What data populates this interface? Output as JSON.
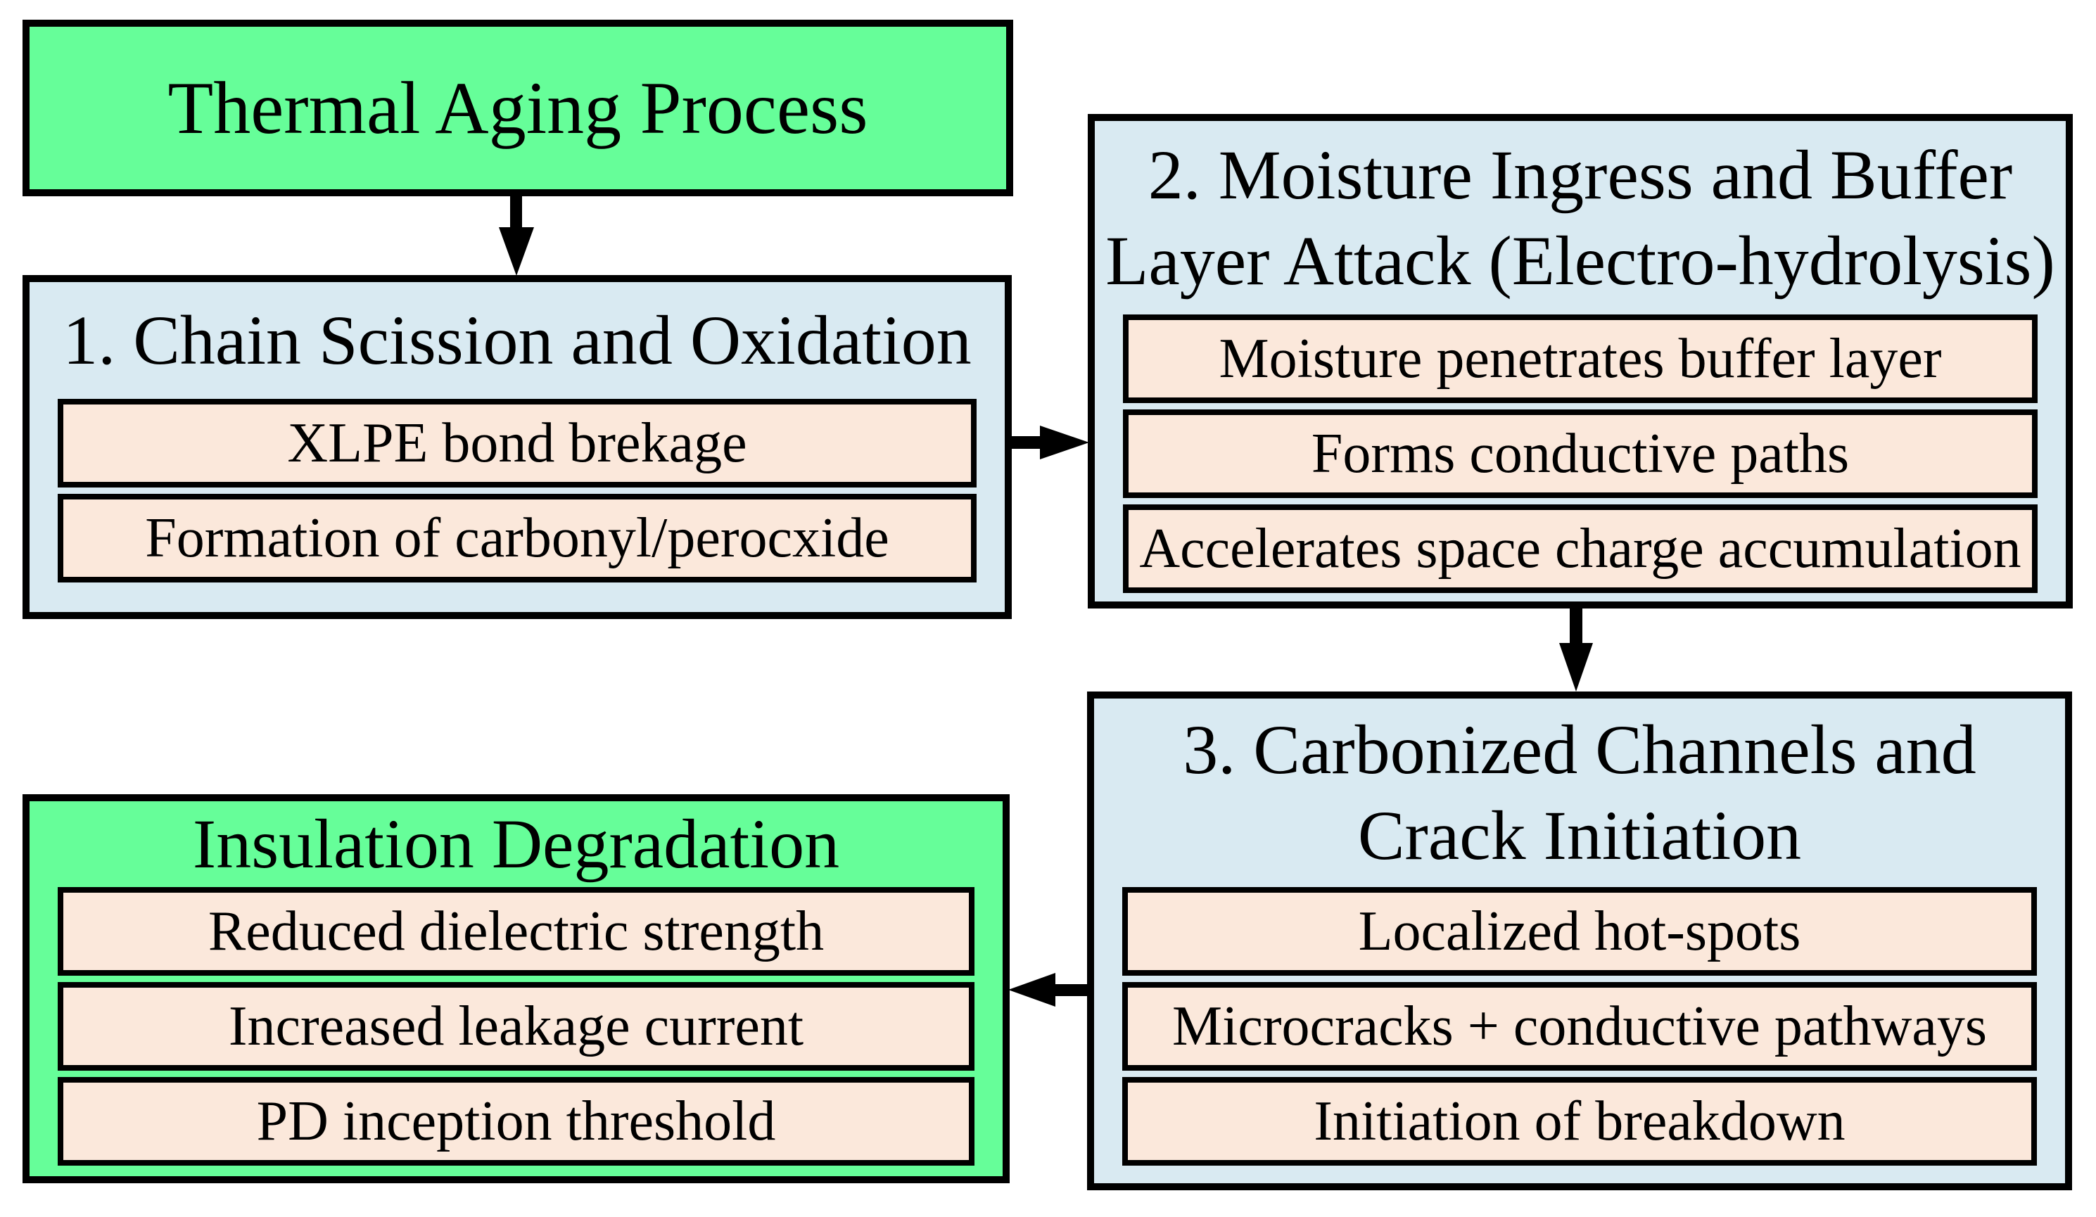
{
  "diagram": {
    "colors": {
      "stage_green": "#66FE99",
      "stage_blue": "#D9EAF2",
      "item_peach": "#FBE8DB",
      "border_black": "#000000",
      "background_white": "#FFFFFF"
    },
    "boxes": {
      "thermal": {
        "title": "Thermal Aging Process",
        "items": []
      },
      "chain": {
        "title": "1. Chain Scission and Oxidation",
        "items": [
          "XLPE bond brekage",
          "Formation of carbonyl/perocxide"
        ]
      },
      "moisture": {
        "title": "2. Moisture Ingress and Buffer Layer Attack (Electro-hydrolysis)",
        "title_lines": [
          "2. Moisture Ingress and Buffer",
          "Layer Attack (Electro-hydrolysis)"
        ],
        "items": [
          "Moisture penetrates buffer layer",
          "Forms conductive paths",
          "Accelerates space charge accumulation"
        ]
      },
      "carbon": {
        "title": "3. Carbonized Channels and Crack Initiation",
        "title_lines": [
          "3. Carbonized Channels and",
          "Crack Initiation"
        ],
        "items": [
          "Localized hot-spots",
          "Microcracks + conductive pathways",
          "Initiation of breakdown"
        ]
      },
      "insulation": {
        "title": "Insulation Degradation",
        "items": [
          "Reduced dielectric strength",
          "Increased leakage current",
          "PD inception threshold"
        ]
      }
    },
    "arrows": [
      {
        "from": "thermal",
        "to": "chain",
        "direction": "down"
      },
      {
        "from": "chain",
        "to": "moisture",
        "direction": "right"
      },
      {
        "from": "moisture",
        "to": "carbon",
        "direction": "down"
      },
      {
        "from": "carbon",
        "to": "insulation",
        "direction": "left"
      }
    ]
  }
}
